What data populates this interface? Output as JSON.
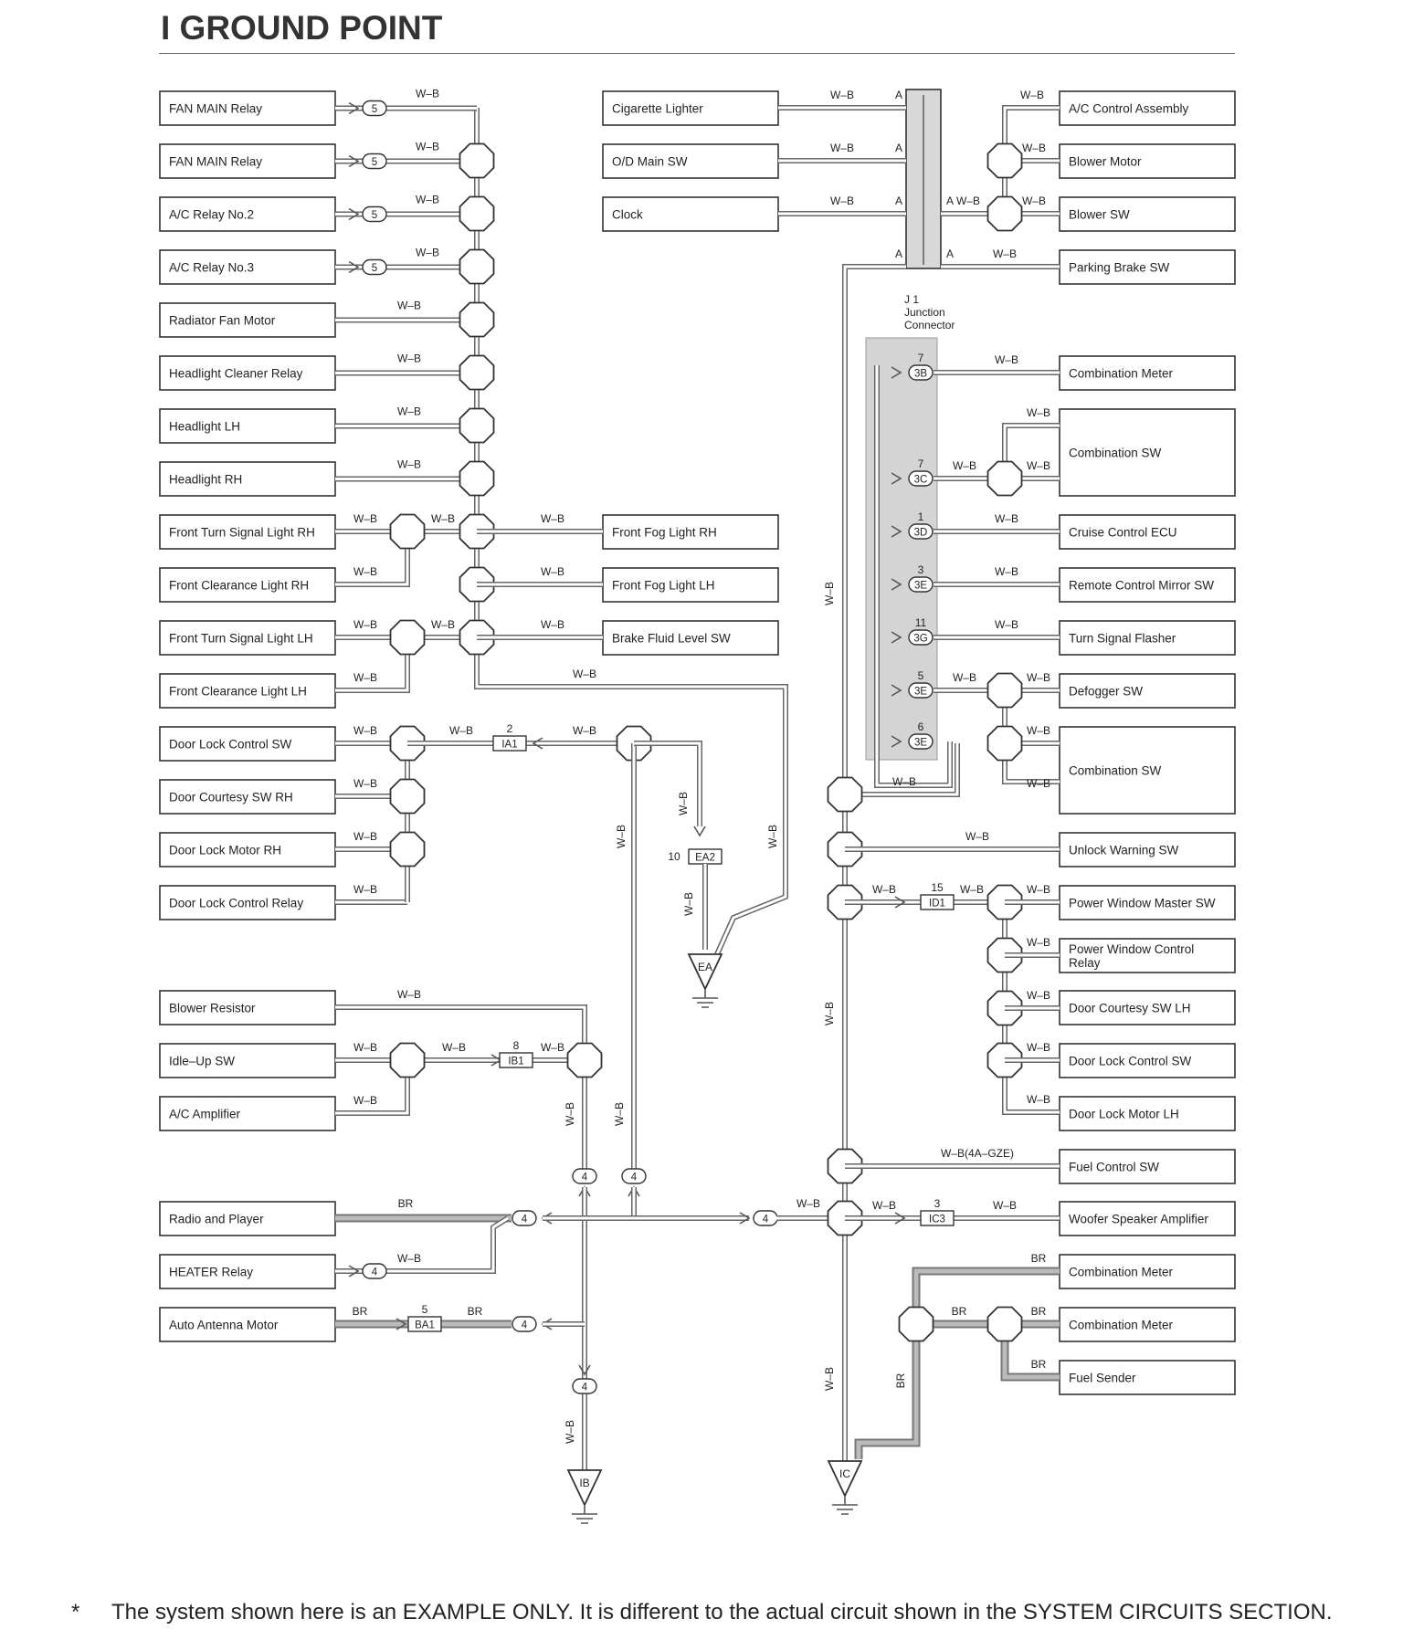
{
  "title": "I  GROUND POINT",
  "footer": {
    "star": "*",
    "text": "The system shown here is an EXAMPLE ONLY. It is different to the actual circuit shown in the SYSTEM CIRCUITS SECTION."
  },
  "wire_code": "W–B",
  "wire_code_br": "BR",
  "wire_code_fuel": "W–B(4A–GZE)",
  "junction": {
    "name": "J 1",
    "line1": "Junction",
    "line2": "Connector",
    "pin": "A"
  },
  "left_boxes": [
    "FAN MAIN Relay",
    "FAN MAIN Relay",
    "A/C Relay No.2",
    "A/C Relay No.3",
    "Radiator Fan Motor",
    "Headlight Cleaner Relay",
    "Headlight LH",
    "Headlight RH",
    "Front Turn Signal Light RH",
    "Front Clearance Light RH",
    "Front Turn Signal Light LH",
    "Front Clearance Light LH",
    "Door Lock Control SW",
    "Door Courtesy SW RH",
    "Door Lock Motor RH",
    "Door Lock Control Relay",
    "Blower Resistor",
    "Idle–Up SW",
    "A/C Amplifier",
    "Radio and Player",
    "HEATER Relay",
    "Auto Antenna Motor"
  ],
  "middle_boxes": [
    "Cigarette Lighter",
    "O/D Main SW",
    "Clock",
    "Front Fog Light RH",
    "Front Fog Light LH",
    "Brake Fluid Level SW"
  ],
  "right_boxes": [
    "A/C Control Assembly",
    "Blower Motor",
    "Blower SW",
    "Parking Brake SW",
    "Combination Meter",
    "Combination SW",
    "Cruise Control ECU",
    "Remote Control Mirror SW",
    "Turn Signal Flasher",
    "Defogger SW",
    "Combination SW",
    "Unlock Warning SW",
    "Power Window Master SW",
    "Power Window Control Relay",
    "Door Courtesy SW LH",
    "Door Lock Control SW",
    "Door Lock Motor LH",
    "Fuel Control SW",
    "Woofer Speaker Amplifier",
    "Combination Meter",
    "Combination Meter",
    "Fuel Sender"
  ],
  "connectors": {
    "fan": "5",
    "ground4": "4",
    "ia1": "IA1",
    "ia1_pin": "2",
    "ea2": "EA2",
    "ea2_pin": "10",
    "ib1": "IB1",
    "ib1_pin": "8",
    "ba1": "BA1",
    "ba1_pin": "5",
    "id1": "ID1",
    "id1_pin": "15",
    "ic3": "IC3",
    "ic3_pin": "3",
    "jb": [
      "3B",
      "3C",
      "3D",
      "3E",
      "3G",
      "3E",
      "3E"
    ],
    "jb_pins": [
      "7",
      "7",
      "1",
      "3",
      "11",
      "5",
      "6"
    ]
  },
  "grounds": [
    "EA",
    "IB",
    "IC"
  ]
}
